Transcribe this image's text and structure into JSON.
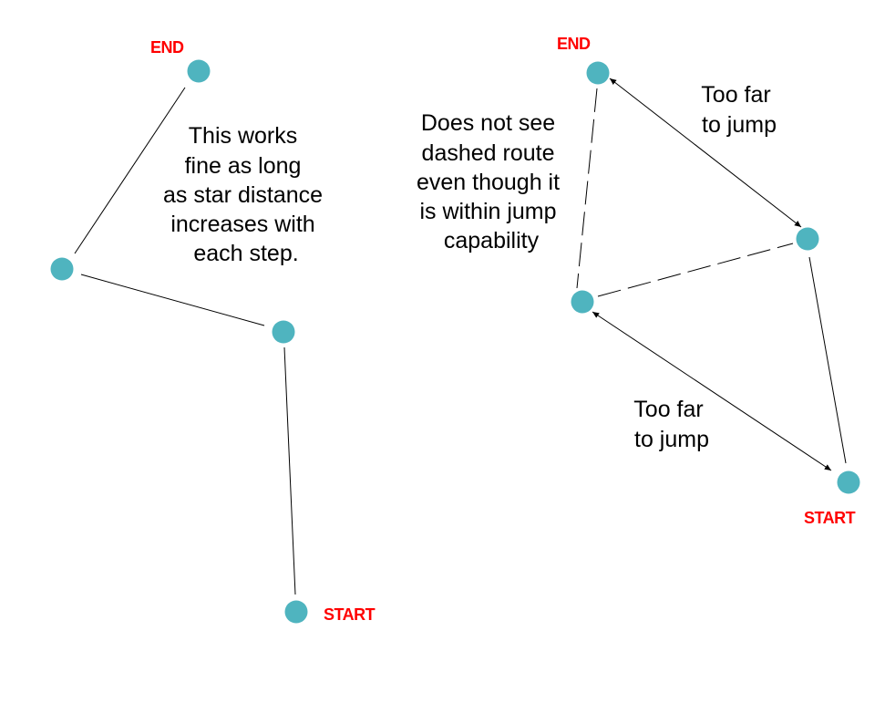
{
  "colors": {
    "node_fill": "#4fb4bf",
    "label_color": "#ff0000",
    "edge_color": "#000000"
  },
  "left_diagram": {
    "end_label": "END",
    "start_label": "START",
    "note_lines": [
      "This works",
      "fine as long",
      "as star distance",
      "increases with",
      "each step."
    ]
  },
  "right_diagram": {
    "end_label": "END",
    "start_label": "START",
    "note_dashed_lines": [
      "Does not see",
      "dashed route",
      "even though it",
      "is within jump",
      "capability"
    ],
    "note_top_lines": [
      "Too far",
      "to jump"
    ],
    "note_bottom_lines": [
      "Too far",
      "to jump"
    ]
  }
}
